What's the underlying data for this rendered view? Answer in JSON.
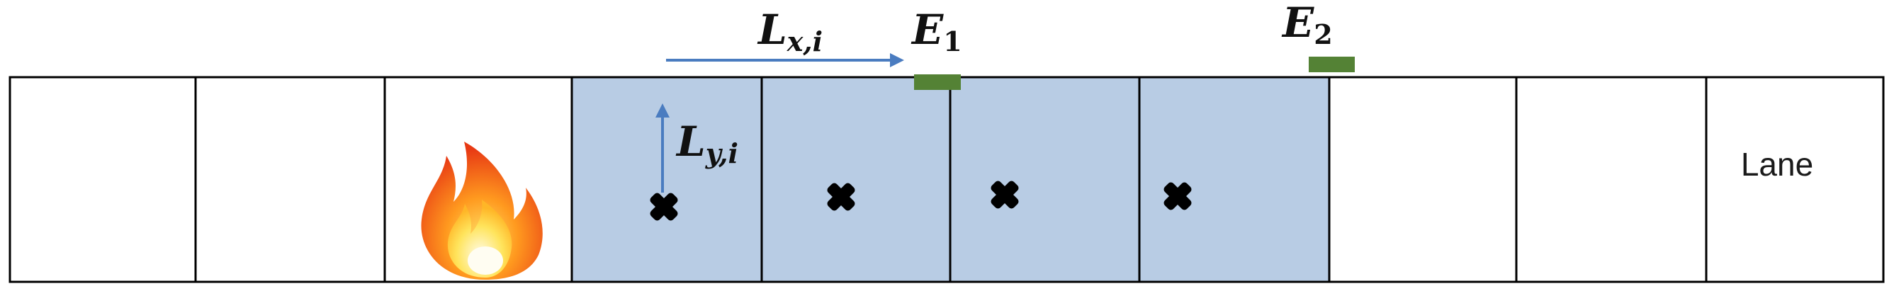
{
  "lane": {
    "label": "Lane",
    "cell_count": 10,
    "highlighted_cells": [
      3,
      4,
      5,
      6
    ],
    "fire_cell": 2,
    "marker_cells": [
      3,
      4,
      5,
      6
    ],
    "label_cell": 9
  },
  "exits": [
    {
      "main": "E",
      "sub": "1"
    },
    {
      "main": "E",
      "sub": "2"
    }
  ],
  "vectors": {
    "x": {
      "main": "L",
      "sub": "x,i"
    },
    "y": {
      "main": "L",
      "sub": "y,i"
    }
  },
  "colors": {
    "cell_fill": "#b8cce4",
    "cell_border": "#000000",
    "exit_fill": "#548235",
    "arrow": "#4a7cc0",
    "marker": "#000000"
  },
  "icons": {
    "fire": "fire-icon",
    "marker": "cross-marker-icon"
  }
}
